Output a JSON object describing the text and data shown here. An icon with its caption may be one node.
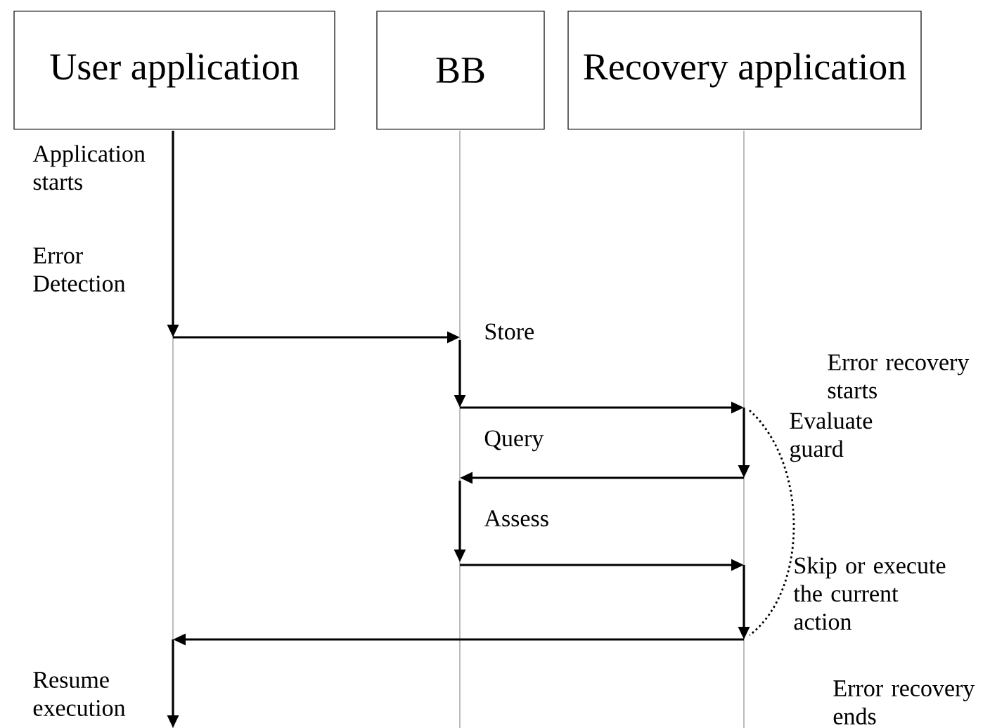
{
  "diagram": {
    "nodes": [
      {
        "text": [
          "User application"
        ]
      },
      {
        "text": [
          "BB"
        ]
      },
      {
        "text": [
          "Recovery application"
        ]
      },
      {
        "text": [],
        "shape": "bar"
      },
      {
        "text": [],
        "shape": "bar"
      },
      {
        "text": [],
        "shape": "bar"
      }
    ],
    "edges": [
      {
        "from": 3,
        "to": 4,
        "arrow": "to"
      },
      {
        "from": 4,
        "to": 5,
        "arrow": "to"
      },
      {
        "from": 5,
        "to": 4,
        "arrow": "to"
      },
      {
        "from": 4,
        "to": 5,
        "arrow": "to"
      },
      {
        "from": 5,
        "to": 3,
        "arrow": "to"
      }
    ],
    "labels": [
      "Application starts",
      "Error Detection",
      "Store",
      "Error recovery starts",
      "Evaluate guard",
      "Query",
      "Assess",
      "Skip or execute the current action",
      "Resume execution",
      "Error recovery ends"
    ]
  }
}
